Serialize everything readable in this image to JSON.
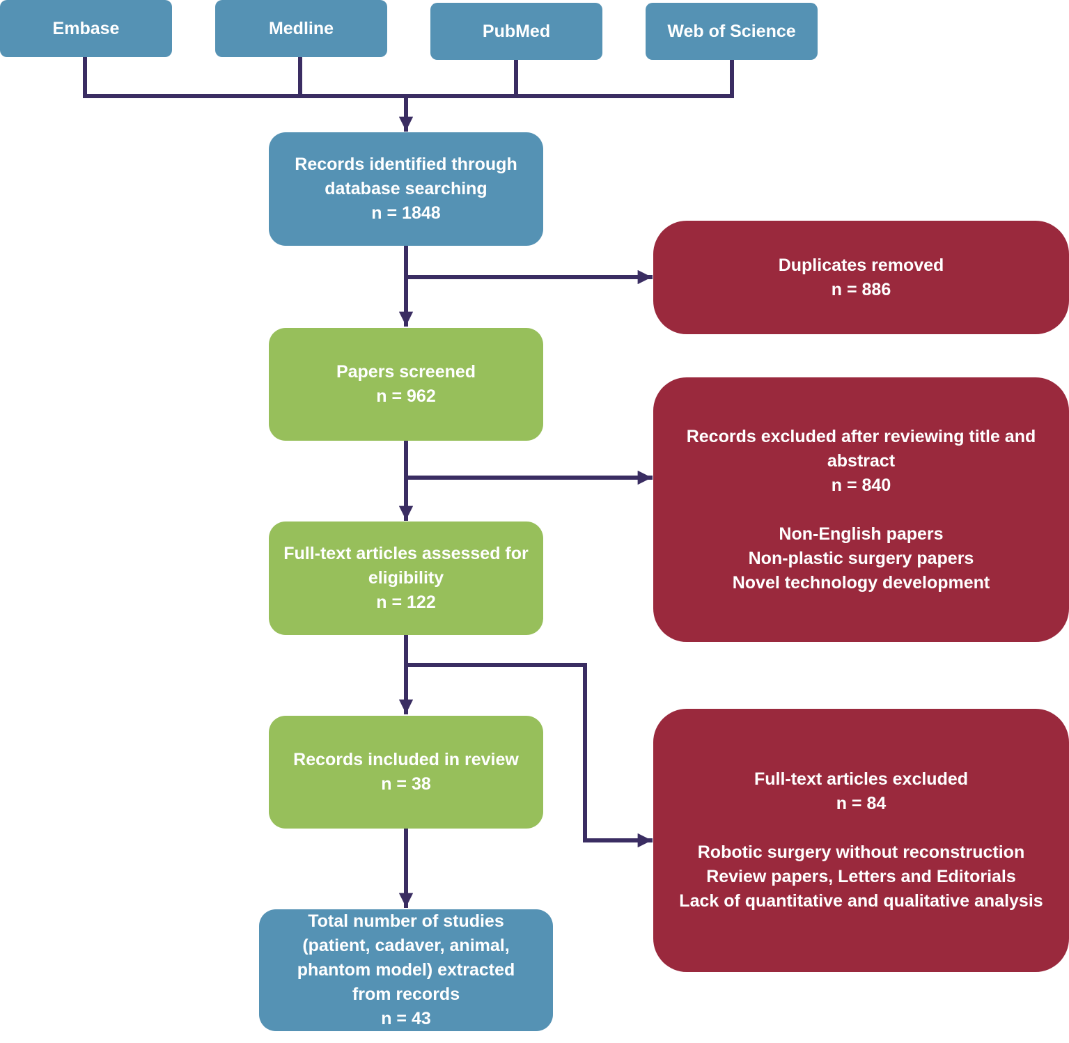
{
  "colors": {
    "source": "#5592b4",
    "identified": "#5592b4",
    "screening": "#97bf5b",
    "excluded": "#9a293d",
    "connector": "#3a2d62"
  },
  "sources": [
    "Embase",
    "Medline",
    "PubMed",
    "Web of Science"
  ],
  "identified": {
    "lines": [
      "Records identified through",
      "database searching",
      "n = 1848"
    ]
  },
  "duplicates": {
    "lines": [
      "Duplicates removed",
      "n = 886"
    ]
  },
  "screened": {
    "lines": [
      "Papers screened",
      "n = 962"
    ]
  },
  "excluded_abstract": {
    "lines": [
      "Records excluded after reviewing title and",
      "abstract",
      "n = 840"
    ],
    "reasons": [
      "Non-English papers",
      "Non-plastic surgery papers",
      "Novel technology development"
    ]
  },
  "fulltext": {
    "lines": [
      "Full-text articles assessed for",
      "eligibility",
      "n = 122"
    ]
  },
  "included": {
    "lines": [
      "Records included in review",
      "n = 38"
    ]
  },
  "excluded_fulltext": {
    "lines": [
      "Full-text articles excluded",
      "n = 84"
    ],
    "reasons": [
      "Robotic surgery without reconstruction",
      "Review papers, Letters and Editorials",
      "Lack of quantitative and qualitative analysis"
    ]
  },
  "total": {
    "lines": [
      "Total number of studies",
      "(patient, cadaver, animal,",
      "phantom model) extracted",
      "from records",
      "n = 43"
    ]
  }
}
